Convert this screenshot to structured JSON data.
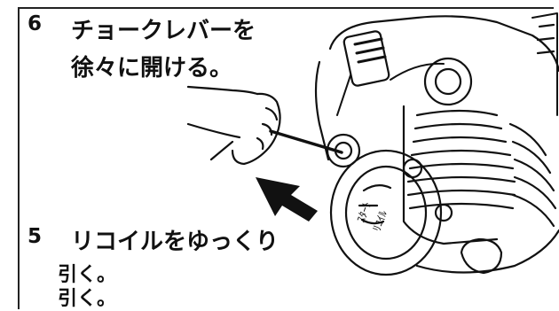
{
  "step6": {
    "number": "6",
    "line1": "チョークレバーを",
    "line2": "徐々に開ける。"
  },
  "step5": {
    "number": "5",
    "line1": "リコイルをゆっくり",
    "line2": "引く。",
    "line3": "引く。"
  },
  "engine_label": {
    "line1": "ｽﾀｰﾄ",
    "line2": "ﾘｺｲﾙ"
  },
  "colors": {
    "ink": "#111111",
    "paper": "#ffffff"
  }
}
